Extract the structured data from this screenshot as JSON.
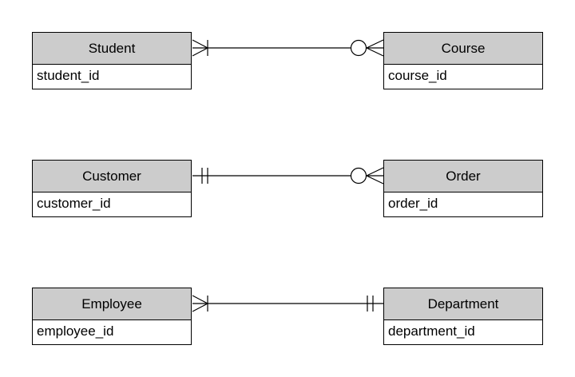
{
  "colors": {
    "header_fill": "#cccccc",
    "line": "#000000",
    "background": "#ffffff"
  },
  "entities": [
    {
      "name": "Student",
      "attribute": "student_id"
    },
    {
      "name": "Course",
      "attribute": "course_id"
    },
    {
      "name": "Customer",
      "attribute": "customer_id"
    },
    {
      "name": "Order",
      "attribute": "order_id"
    },
    {
      "name": "Employee",
      "attribute": "employee_id"
    },
    {
      "name": "Department",
      "attribute": "department_id"
    }
  ],
  "relationships": [
    {
      "from": "Student",
      "from_end": "one-or-many",
      "to": "Course",
      "to_end": "zero-or-many"
    },
    {
      "from": "Customer",
      "from_end": "exactly-one",
      "to": "Order",
      "to_end": "zero-or-many"
    },
    {
      "from": "Employee",
      "from_end": "one-or-many",
      "to": "Department",
      "to_end": "exactly-one"
    }
  ]
}
